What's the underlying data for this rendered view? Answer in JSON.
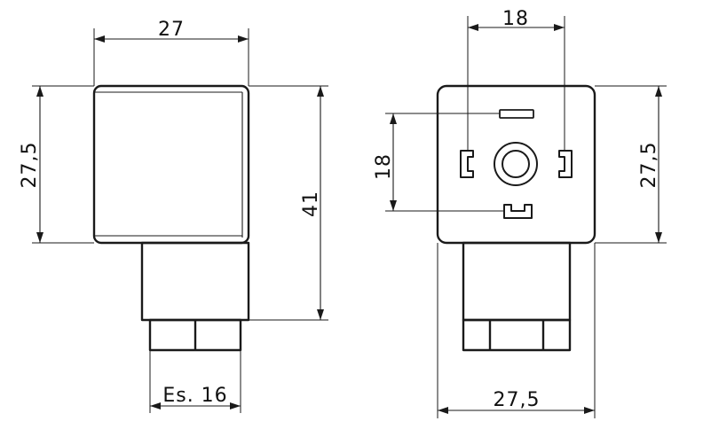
{
  "drawing": {
    "side_view": {
      "width_label": "27",
      "height_label": "27,5",
      "total_height_label": "41",
      "wrench_label": "Es. 16"
    },
    "front_view": {
      "pin_spacing_h_label": "18",
      "pin_spacing_v_label": "18",
      "height_label": "27,5",
      "width_label": "27,5"
    }
  }
}
